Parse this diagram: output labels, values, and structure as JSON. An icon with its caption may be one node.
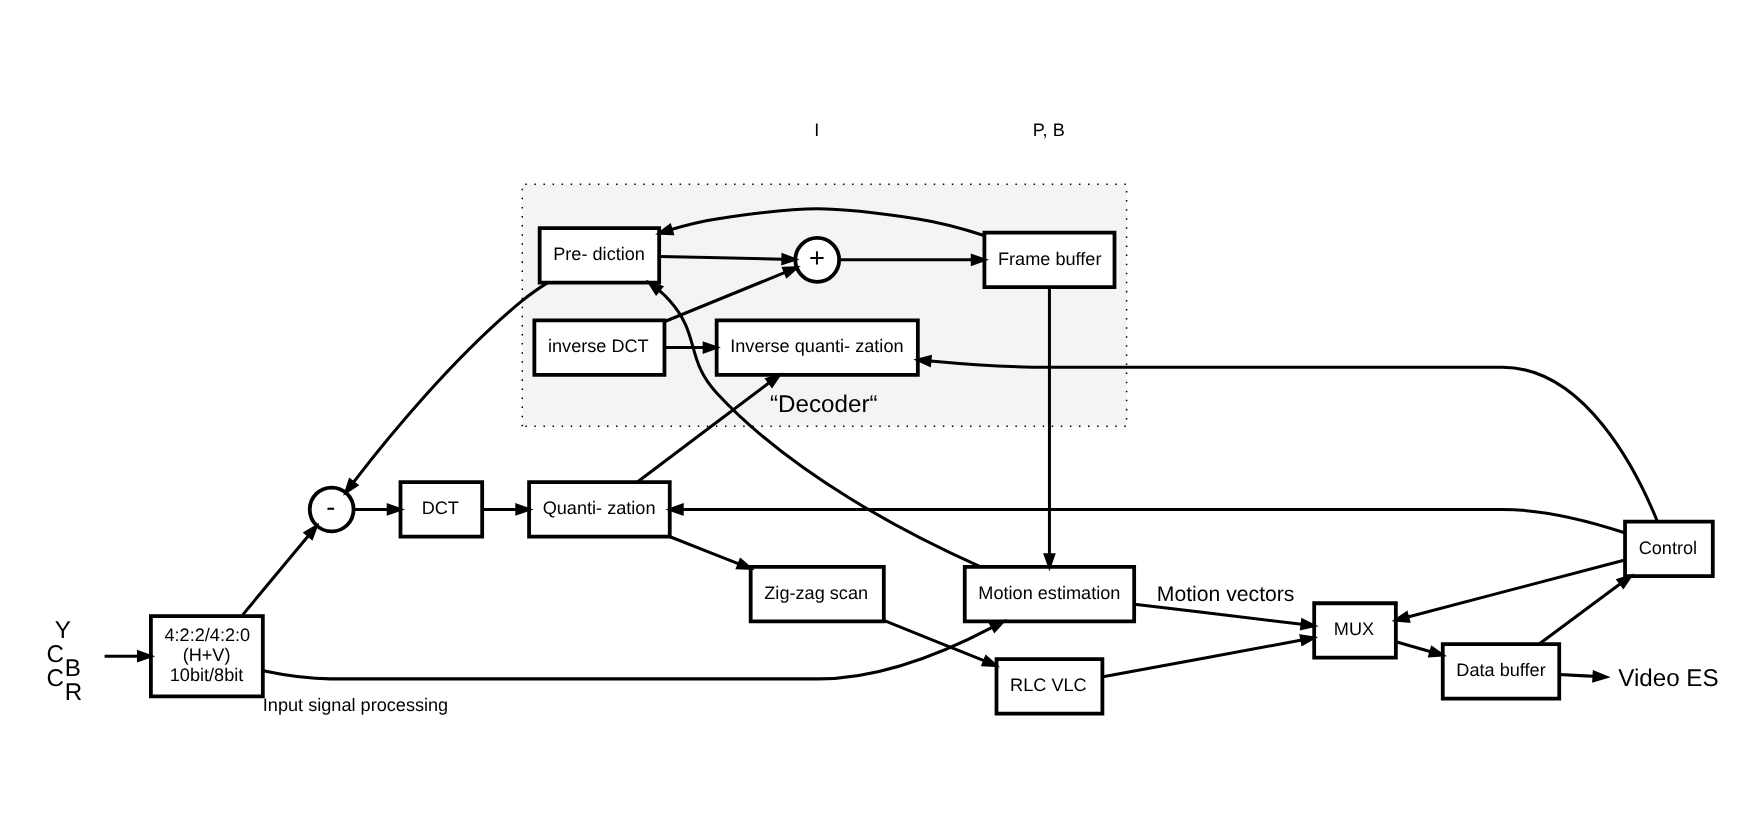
{
  "diagram": {
    "nodes": [
      {
        "text": [
          "Y",
          "C$_{B}$",
          "C$_{R}$"
        ]
      },
      {
        "text": [
          "4:2:2/4:2:0",
          "(H+V)",
          "10bit/8bit"
        ],
        "beside": [
          "Input signal processing"
        ]
      },
      {
        "text": [
          "-"
        ]
      },
      {
        "text": [
          "DCT"
        ]
      },
      {
        "text": [
          "Quanti- zation"
        ]
      },
      {
        "text": [
          "Zig-zag scan"
        ]
      },
      {
        "text": [
          "RLC VLC"
        ]
      },
      {
        "text": [
          "Control"
        ]
      },
      {
        "text": [
          "“Decoder“"
        ]
      },
      {
        "text": [
          "Pre- diction"
        ],
        "in": 8
      },
      {
        "text": [
          "Frame buffer"
        ],
        "in": 8
      },
      {
        "text": [
          "+"
        ],
        "in": 8
      },
      {
        "text": [
          "inverse DCT"
        ],
        "in": 8
      },
      {
        "text": [
          "Inverse quanti- zation"
        ],
        "in": 8
      },
      {
        "text": [
          "Motion estimation"
        ]
      },
      {
        "text": [
          "MUX"
        ]
      },
      {
        "text": [
          "Data buffer"
        ]
      },
      {
        "text": [
          "Video ES"
        ]
      }
    ],
    "edges": [
      {
        "from": 0,
        "to": 1,
        "arrow": "to"
      },
      {
        "from": 1,
        "to": 2,
        "arrow": "to"
      },
      {
        "from": 1,
        "to": 14,
        "arrow": "to"
      },
      {
        "from": 2,
        "to": 3,
        "arrow": "to"
      },
      {
        "from": 3,
        "to": 4,
        "arrow": "to"
      },
      {
        "from": 4,
        "to": 5,
        "arrow": "to"
      },
      {
        "from": 4,
        "to": 13,
        "arrow": "to"
      },
      {
        "from": 5,
        "to": 6,
        "arrow": "to"
      },
      {
        "from": 6,
        "to": 15,
        "arrow": "to"
      },
      {
        "from": 7,
        "to": 15,
        "arrow": "to"
      },
      {
        "from": 7,
        "to": 4,
        "arrow": "to"
      },
      {
        "from": 7,
        "to": 13,
        "arrow": "to"
      },
      {
        "from": 12,
        "to": 13,
        "arrow": "to"
      },
      {
        "from": 12,
        "to": 11,
        "arrow": "to"
      },
      {
        "from": 9,
        "to": 2,
        "arrow": "to"
      },
      {
        "from": 9,
        "to": 11,
        "arrow": "to"
      },
      {
        "from": 11,
        "to": 10,
        "arrow": "to"
      },
      {
        "from": 10,
        "to": 9,
        "arrow": "to"
      },
      {
        "from": 10,
        "to": 14,
        "arrow": "to"
      },
      {
        "from": 14,
        "to": 9,
        "arrow": "to"
      },
      {
        "from": 14,
        "to": 15,
        "arrow": "to",
        "label": "Motion vectors"
      },
      {
        "from": 15,
        "to": 16,
        "arrow": "to"
      },
      {
        "from": 16,
        "to": 7,
        "arrow": "to"
      },
      {
        "from": 16,
        "to": 17,
        "arrow": "to"
      }
    ],
    "labels": [
      "I",
      "P, B"
    ]
  }
}
